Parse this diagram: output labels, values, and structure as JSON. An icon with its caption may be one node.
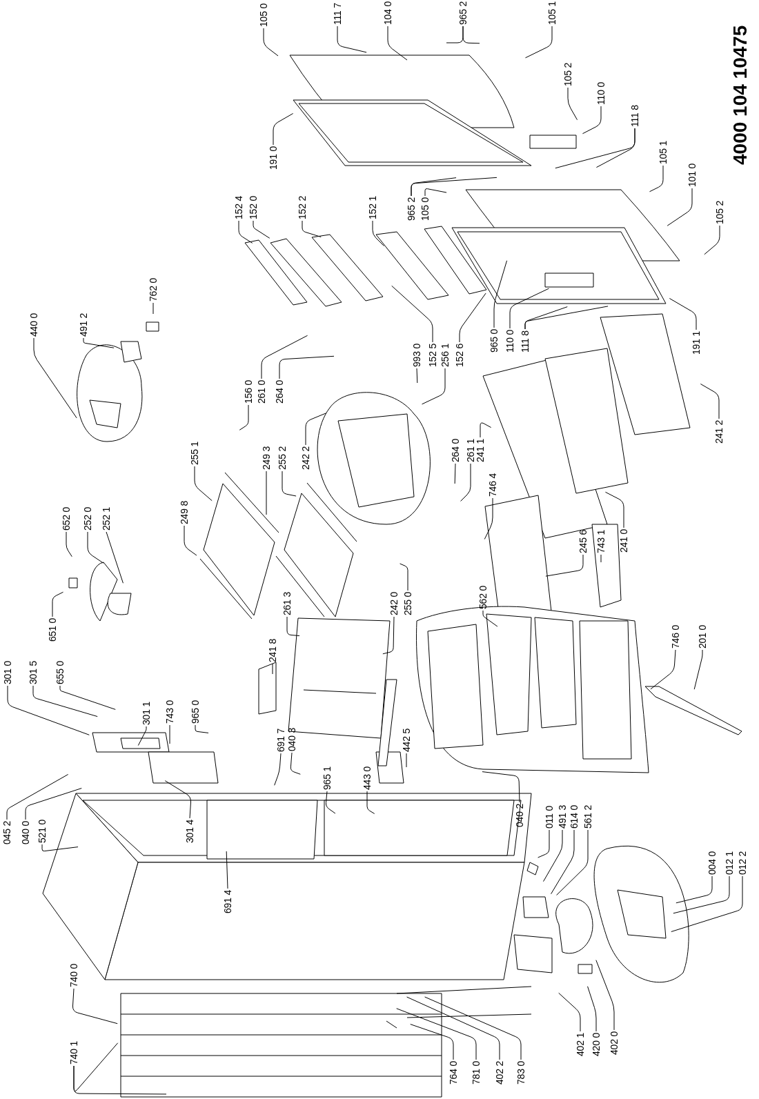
{
  "diagram": {
    "title": "4000 104 10475",
    "nodes": [
      {
        "text": [
          "105 0"
        ]
      },
      {
        "text": [
          "111 7"
        ]
      },
      {
        "text": [
          "104 0"
        ]
      },
      {
        "text": [
          "965 2"
        ]
      },
      {
        "text": [
          "105 1"
        ]
      },
      {
        "text": [
          "105 2"
        ]
      },
      {
        "text": [
          "110 0"
        ]
      },
      {
        "text": [
          "111 8"
        ]
      },
      {
        "text": [
          "191 0"
        ]
      },
      {
        "text": [
          "105 1"
        ]
      },
      {
        "text": [
          "101 0"
        ]
      },
      {
        "text": [
          "965 2"
        ]
      },
      {
        "text": [
          "105 0"
        ]
      },
      {
        "text": [
          "152 4"
        ]
      },
      {
        "text": [
          "152 0"
        ]
      },
      {
        "text": [
          "152 2"
        ]
      },
      {
        "text": [
          "152 1"
        ]
      },
      {
        "text": [
          "105 2"
        ]
      },
      {
        "text": [
          "762 0"
        ]
      },
      {
        "text": [
          "440 0"
        ]
      },
      {
        "text": [
          "491 2"
        ]
      },
      {
        "text": [
          "965 0"
        ]
      },
      {
        "text": [
          "110 0"
        ]
      },
      {
        "text": [
          "111 8"
        ]
      },
      {
        "text": [
          "191 1"
        ]
      },
      {
        "text": [
          "993 0"
        ]
      },
      {
        "text": [
          "152 5"
        ]
      },
      {
        "text": [
          "256 1"
        ]
      },
      {
        "text": [
          "152 6"
        ]
      },
      {
        "text": [
          "156 0"
        ]
      },
      {
        "text": [
          "261 0"
        ]
      },
      {
        "text": [
          "264 0"
        ]
      },
      {
        "text": [
          "241 2"
        ]
      },
      {
        "text": [
          "242 2"
        ]
      },
      {
        "text": [
          "255 1"
        ]
      },
      {
        "text": [
          "249 3"
        ]
      },
      {
        "text": [
          "255 2"
        ]
      },
      {
        "text": [
          "264 0"
        ]
      },
      {
        "text": [
          "261 1"
        ]
      },
      {
        "text": [
          "241 1"
        ]
      },
      {
        "text": [
          "746 4"
        ]
      },
      {
        "text": [
          "249 8"
        ]
      },
      {
        "text": [
          "652 0"
        ]
      },
      {
        "text": [
          "252 0"
        ]
      },
      {
        "text": [
          "252 1"
        ]
      },
      {
        "text": [
          "241 0"
        ]
      },
      {
        "text": [
          "245 6"
        ]
      },
      {
        "text": [
          "743 1"
        ]
      },
      {
        "text": [
          "562 0"
        ]
      },
      {
        "text": [
          "242 0"
        ]
      },
      {
        "text": [
          "255 0"
        ]
      },
      {
        "text": [
          "261 3"
        ]
      },
      {
        "text": [
          "651 0"
        ]
      },
      {
        "text": [
          "746 0"
        ]
      },
      {
        "text": [
          "201 0"
        ]
      },
      {
        "text": [
          "241 8"
        ]
      },
      {
        "text": [
          "301 0"
        ]
      },
      {
        "text": [
          "301 5"
        ]
      },
      {
        "text": [
          "655 0"
        ]
      },
      {
        "text": [
          "301 1"
        ]
      },
      {
        "text": [
          "743 0"
        ]
      },
      {
        "text": [
          "965 0"
        ]
      },
      {
        "text": [
          "691 7"
        ]
      },
      {
        "text": [
          "040 3"
        ]
      },
      {
        "text": [
          "442 5"
        ]
      },
      {
        "text": [
          "045 2"
        ]
      },
      {
        "text": [
          "040 0"
        ]
      },
      {
        "text": [
          "521 0"
        ]
      },
      {
        "text": [
          "301 4"
        ]
      },
      {
        "text": [
          "965 1"
        ]
      },
      {
        "text": [
          "443 0"
        ]
      },
      {
        "text": [
          "040 2"
        ]
      },
      {
        "text": [
          "011 0"
        ]
      },
      {
        "text": [
          "491 3"
        ]
      },
      {
        "text": [
          "614 0"
        ]
      },
      {
        "text": [
          "561 2"
        ]
      },
      {
        "text": [
          "004 0"
        ]
      },
      {
        "text": [
          "012 1"
        ]
      },
      {
        "text": [
          "012 2"
        ]
      },
      {
        "text": [
          "691 4"
        ]
      },
      {
        "text": [
          "740 0"
        ]
      },
      {
        "text": [
          "402 1"
        ]
      },
      {
        "text": [
          "420 0"
        ]
      },
      {
        "text": [
          "402 0"
        ]
      },
      {
        "text": [
          "740 1"
        ]
      },
      {
        "text": [
          "764 0"
        ]
      },
      {
        "text": [
          "781 0"
        ]
      },
      {
        "text": [
          "402 2"
        ]
      },
      {
        "text": [
          "783 0"
        ]
      }
    ],
    "edges": [
      {
        "from": 0,
        "to": null,
        "arrow": "none"
      },
      {
        "from": 1,
        "to": null,
        "arrow": "none"
      },
      {
        "from": 2,
        "to": null,
        "arrow": "none"
      },
      {
        "from": 3,
        "to": null,
        "arrow": "none"
      },
      {
        "from": 3,
        "to": null,
        "arrow": "none"
      },
      {
        "from": 4,
        "to": null,
        "arrow": "none"
      },
      {
        "from": 5,
        "to": null,
        "arrow": "none"
      },
      {
        "from": 6,
        "to": null,
        "arrow": "none"
      },
      {
        "from": 7,
        "to": null,
        "arrow": "none"
      },
      {
        "from": 7,
        "to": null,
        "arrow": "none"
      },
      {
        "from": 8,
        "to": null,
        "arrow": "none"
      },
      {
        "from": 9,
        "to": null,
        "arrow": "none"
      },
      {
        "from": 10,
        "to": null,
        "arrow": "none"
      },
      {
        "from": 11,
        "to": null,
        "arrow": "none"
      },
      {
        "from": 11,
        "to": null,
        "arrow": "none"
      },
      {
        "from": 12,
        "to": null,
        "arrow": "none"
      },
      {
        "from": 13,
        "to": null,
        "arrow": "none"
      },
      {
        "from": 14,
        "to": null,
        "arrow": "none"
      },
      {
        "from": 15,
        "to": null,
        "arrow": "none"
      },
      {
        "from": 16,
        "to": null,
        "arrow": "none"
      },
      {
        "from": 17,
        "to": null,
        "arrow": "none"
      },
      {
        "from": 18,
        "to": null,
        "arrow": "none"
      },
      {
        "from": 19,
        "to": null,
        "arrow": "none"
      },
      {
        "from": 20,
        "to": null,
        "arrow": "none"
      },
      {
        "from": 21,
        "to": null,
        "arrow": "none"
      },
      {
        "from": 22,
        "to": null,
        "arrow": "none"
      },
      {
        "from": 23,
        "to": null,
        "arrow": "none"
      },
      {
        "from": 23,
        "to": null,
        "arrow": "none"
      },
      {
        "from": 24,
        "to": null,
        "arrow": "none"
      },
      {
        "from": 25,
        "to": null,
        "arrow": "none"
      },
      {
        "from": 26,
        "to": null,
        "arrow": "none"
      },
      {
        "from": 27,
        "to": null,
        "arrow": "none"
      },
      {
        "from": 28,
        "to": null,
        "arrow": "none"
      },
      {
        "from": 29,
        "to": null,
        "arrow": "none"
      },
      {
        "from": 30,
        "to": null,
        "arrow": "none"
      },
      {
        "from": 31,
        "to": null,
        "arrow": "none"
      },
      {
        "from": 32,
        "to": null,
        "arrow": "none"
      },
      {
        "from": 33,
        "to": null,
        "arrow": "none"
      },
      {
        "from": 34,
        "to": null,
        "arrow": "none"
      },
      {
        "from": 35,
        "to": null,
        "arrow": "none"
      },
      {
        "from": 36,
        "to": null,
        "arrow": "none"
      },
      {
        "from": 37,
        "to": null,
        "arrow": "none"
      },
      {
        "from": 38,
        "to": null,
        "arrow": "none"
      },
      {
        "from": 39,
        "to": null,
        "arrow": "none"
      },
      {
        "from": 40,
        "to": null,
        "arrow": "none"
      },
      {
        "from": 41,
        "to": null,
        "arrow": "none"
      },
      {
        "from": 42,
        "to": null,
        "arrow": "none"
      },
      {
        "from": 43,
        "to": null,
        "arrow": "none"
      },
      {
        "from": 44,
        "to": null,
        "arrow": "none"
      },
      {
        "from": 45,
        "to": null,
        "arrow": "none"
      },
      {
        "from": 46,
        "to": null,
        "arrow": "none"
      },
      {
        "from": 47,
        "to": null,
        "arrow": "none"
      },
      {
        "from": 48,
        "to": null,
        "arrow": "none"
      },
      {
        "from": 49,
        "to": null,
        "arrow": "none"
      },
      {
        "from": 50,
        "to": null,
        "arrow": "none"
      },
      {
        "from": 51,
        "to": null,
        "arrow": "none"
      },
      {
        "from": 52,
        "to": null,
        "arrow": "none"
      },
      {
        "from": 53,
        "to": null,
        "arrow": "none"
      },
      {
        "from": 54,
        "to": null,
        "arrow": "none"
      },
      {
        "from": 55,
        "to": null,
        "arrow": "none"
      },
      {
        "from": 56,
        "to": null,
        "arrow": "none"
      },
      {
        "from": 57,
        "to": null,
        "arrow": "none"
      },
      {
        "from": 58,
        "to": null,
        "arrow": "none"
      },
      {
        "from": 59,
        "to": null,
        "arrow": "none"
      },
      {
        "from": 60,
        "to": null,
        "arrow": "none"
      },
      {
        "from": 61,
        "to": null,
        "arrow": "none"
      },
      {
        "from": 62,
        "to": null,
        "arrow": "none"
      },
      {
        "from": 63,
        "to": null,
        "arrow": "none"
      },
      {
        "from": 64,
        "to": null,
        "arrow": "none"
      },
      {
        "from": 65,
        "to": null,
        "arrow": "none"
      },
      {
        "from": 66,
        "to": null,
        "arrow": "none"
      },
      {
        "from": 67,
        "to": null,
        "arrow": "none"
      },
      {
        "from": 68,
        "to": null,
        "arrow": "none"
      },
      {
        "from": 69,
        "to": null,
        "arrow": "none"
      },
      {
        "from": 70,
        "to": null,
        "arrow": "none"
      },
      {
        "from": 71,
        "to": null,
        "arrow": "none"
      },
      {
        "from": 72,
        "to": null,
        "arrow": "none"
      },
      {
        "from": 73,
        "to": null,
        "arrow": "none"
      },
      {
        "from": 74,
        "to": null,
        "arrow": "none"
      },
      {
        "from": 75,
        "to": null,
        "arrow": "none"
      },
      {
        "from": 76,
        "to": null,
        "arrow": "none"
      },
      {
        "from": 77,
        "to": null,
        "arrow": "none"
      },
      {
        "from": 78,
        "to": null,
        "arrow": "none"
      },
      {
        "from": 79,
        "to": null,
        "arrow": "none"
      },
      {
        "from": 80,
        "to": null,
        "arrow": "none"
      },
      {
        "from": 81,
        "to": null,
        "arrow": "none"
      },
      {
        "from": 82,
        "to": null,
        "arrow": "none"
      },
      {
        "from": 83,
        "to": null,
        "arrow": "none"
      },
      {
        "from": 84,
        "to": null,
        "arrow": "none"
      },
      {
        "from": 84,
        "to": null,
        "arrow": "none"
      },
      {
        "from": 85,
        "to": null,
        "arrow": "none"
      },
      {
        "from": 86,
        "to": null,
        "arrow": "none"
      },
      {
        "from": 87,
        "to": null,
        "arrow": "none"
      },
      {
        "from": 88,
        "to": null,
        "arrow": "none"
      }
    ]
  }
}
